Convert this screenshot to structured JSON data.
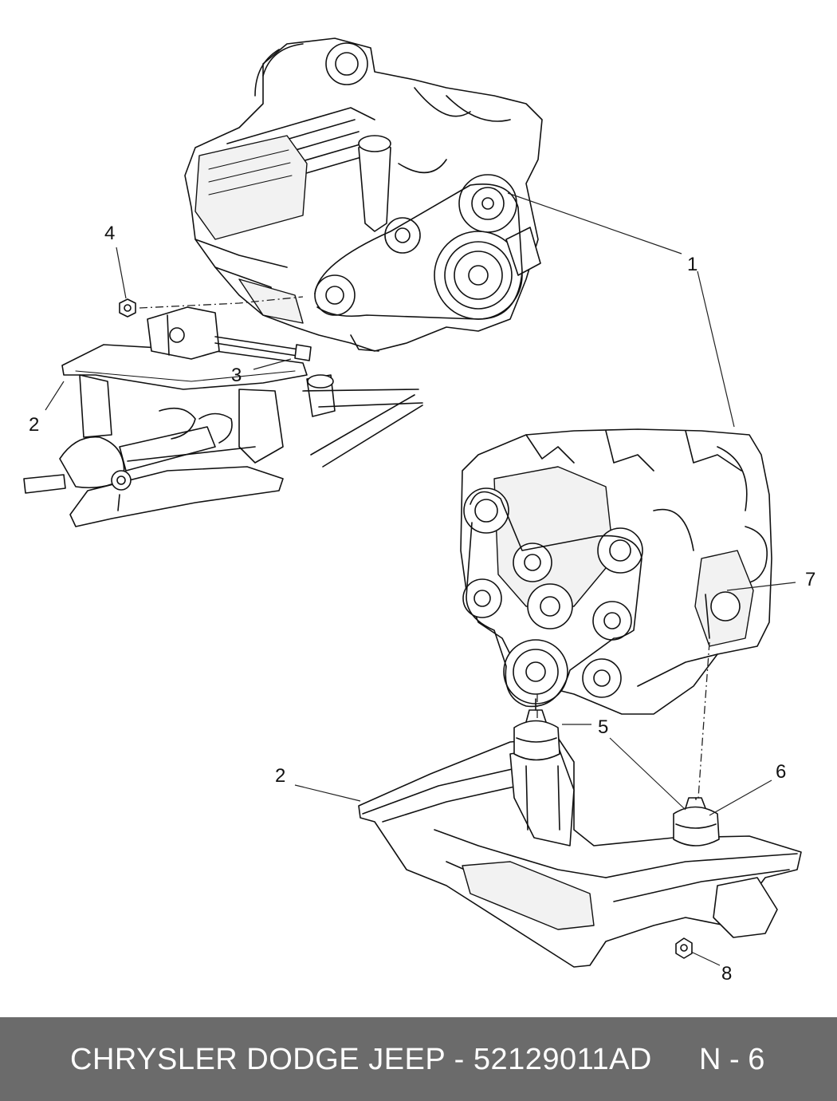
{
  "callouts": [
    {
      "id": "c1",
      "label": "1"
    },
    {
      "id": "c2a",
      "label": "2"
    },
    {
      "id": "c2b",
      "label": "2"
    },
    {
      "id": "c3",
      "label": "3"
    },
    {
      "id": "c4",
      "label": "4"
    },
    {
      "id": "c5",
      "label": "5"
    },
    {
      "id": "c6",
      "label": "6"
    },
    {
      "id": "c7",
      "label": "7"
    },
    {
      "id": "c8",
      "label": "8"
    }
  ],
  "footer": {
    "title": "CHRYSLER DODGE JEEP - 52129011AD",
    "page": "N - 6",
    "background_color": "#6b6b6b",
    "text_color": "#ffffff"
  }
}
